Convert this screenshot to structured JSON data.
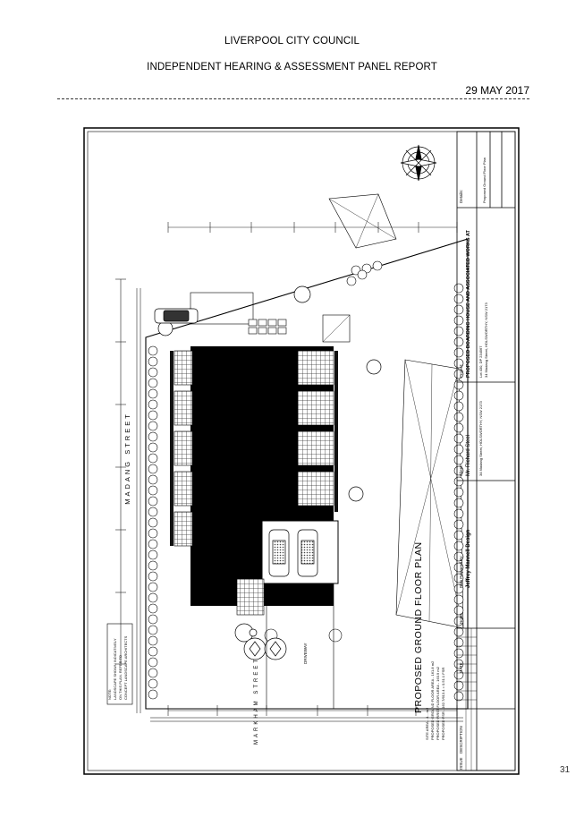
{
  "header": {
    "council": "LIVERPOOL CITY COUNCIL",
    "report": "INDEPENDENT HEARING & ASSESSMENT PANEL REPORT",
    "date": "29 MAY 2017"
  },
  "plan": {
    "title": "PROPOSED GROUND FLOOR PLAN",
    "street_1": "MADANG STREET",
    "street_2": "MARKHAM STREET",
    "driveway": "DRIVEWAY",
    "site_notes": [
      "SITE AREA - 4... m2",
      "PROPOSED GROUND FLOOR AREA - 161.8 m2",
      "PROPOSED FIRST FLOOR AREA - 163.9 m2",
      "PROPOSED FSR - 162.7/613.4 = 0.51:1 FSR"
    ],
    "landscape_note": [
      "NOTE:",
      "LANDSCAPE SHOWN INDICATIVELY",
      "ON THIS PLAN. REFER TO",
      "CONCEPT LANDSCAPE ARCHITECTS"
    ],
    "title_block": {
      "issue_label": "ISSUE",
      "description_label": "DESCRIPTION",
      "date_label": "DATE",
      "notes_label": "Notes",
      "plan_prepared_label": "Plan Prepared By:",
      "designer": "Jeffrey Mannell Design",
      "client_label": "Client:",
      "client": "Mr. Richard Steel",
      "client_address": "34 Madang Street, HOLSWORTHY, NSW 2173",
      "project_label": "Project:",
      "project": "PROPOSED BOARDING HOUSE AND ASSOCIATED WORKS AT",
      "project_lot": "Lot 430, DP 234567",
      "project_address": "34 Madang Street, HOLSWORTHY, NSW 2173",
      "details_label": "Details:",
      "details": "Proposed Ground Floor Plan"
    }
  },
  "page_number": "31"
}
